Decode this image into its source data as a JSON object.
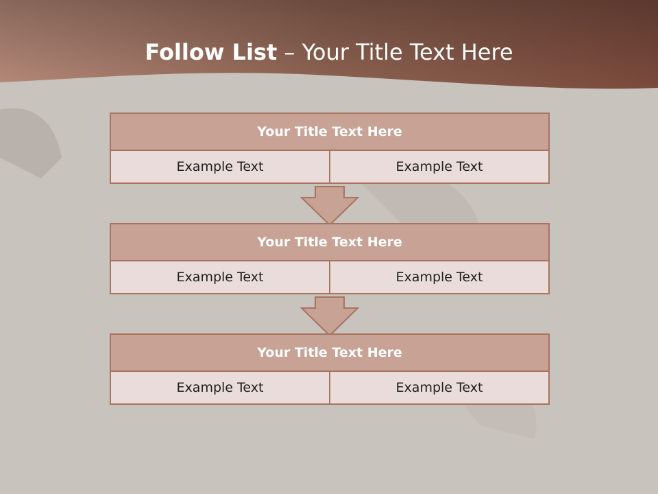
{
  "slide": {
    "title_bold": "Follow List",
    "title_rest": " – Your Title Text Here"
  },
  "steps": [
    {
      "title": "Your Title Text Here",
      "left": "Example Text",
      "right": "Example Text"
    },
    {
      "title": "Your Title Text Here",
      "left": "Example Text",
      "right": "Example Text"
    },
    {
      "title": "Your Title Text Here",
      "left": "Example Text",
      "right": "Example Text"
    }
  ],
  "colors": {
    "header_band": "#8f5e4c",
    "block_header": "#c7a295",
    "block_cell": "#e9dcda",
    "border": "#a8735f",
    "background": "#c9c3be"
  }
}
